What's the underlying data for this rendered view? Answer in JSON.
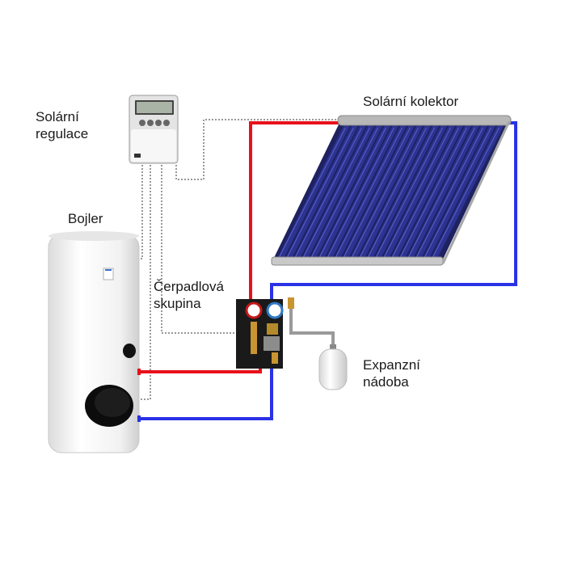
{
  "labels": {
    "regulation": {
      "line1": "Solární",
      "line2": "regulace"
    },
    "collector": "Solární kolektor",
    "boiler": "Bojler",
    "pump_group": {
      "line1": "Čerpadlová",
      "line2": "skupina"
    },
    "expansion": {
      "line1": "Expanzní",
      "line2": "nádoba"
    }
  },
  "colors": {
    "hot_pipe": "#e8101a",
    "cold_pipe": "#2a32e6",
    "signal_wire": "#333333",
    "collector_tube": "#1c1f5e",
    "boiler_body": "#f2f2f2"
  },
  "icons": {
    "regulation": "controller-icon",
    "collector": "solar-collector-icon",
    "boiler": "boiler-tank-icon",
    "pump": "pump-station-icon",
    "expansion": "expansion-vessel-icon"
  }
}
